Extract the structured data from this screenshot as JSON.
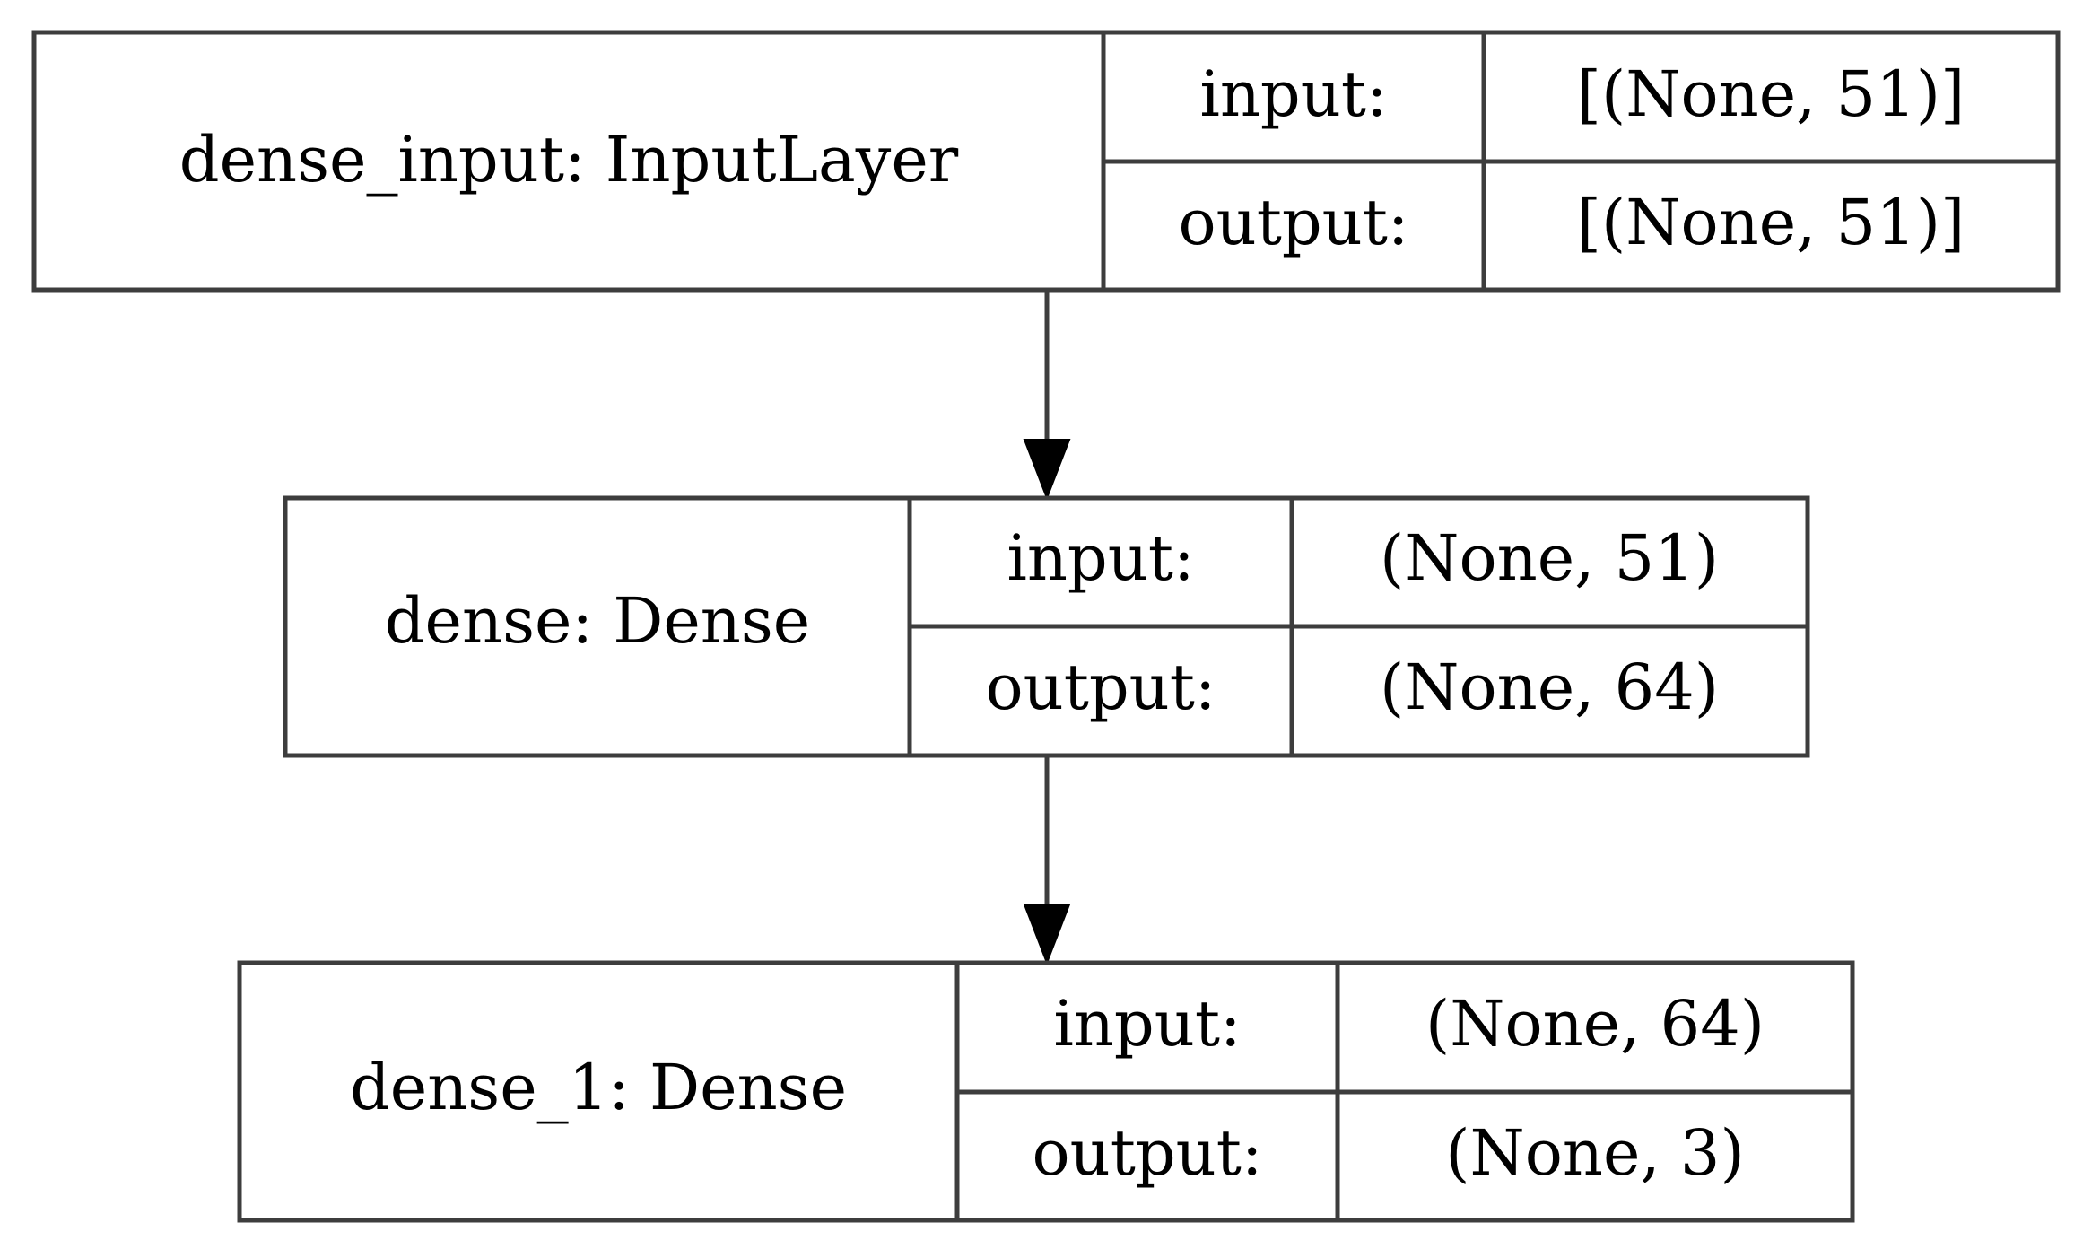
{
  "layers": [
    {
      "name": "dense_input: InputLayer",
      "input_label": "input:",
      "input_shape": "[(None, 51)]",
      "output_label": "output:",
      "output_shape": "[(None, 51)]"
    },
    {
      "name": "dense: Dense",
      "input_label": "input:",
      "input_shape": "(None, 51)",
      "output_label": "output:",
      "output_shape": "(None, 64)"
    },
    {
      "name": "dense_1: Dense",
      "input_label": "input:",
      "input_shape": "(None, 64)",
      "output_label": "output:",
      "output_shape": "(None, 3)"
    }
  ],
  "edges": [
    {
      "from": "dense_input: InputLayer",
      "to": "dense: Dense"
    },
    {
      "from": "dense: Dense",
      "to": "dense_1: Dense"
    }
  ]
}
